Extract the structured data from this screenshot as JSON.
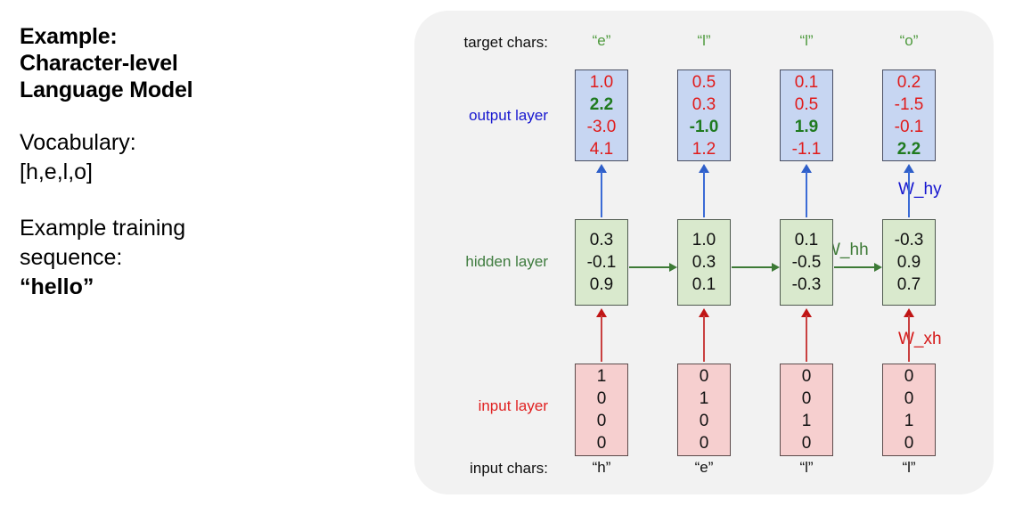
{
  "left_panel": {
    "heading": [
      "Example:",
      "Character-level",
      "Language Model"
    ],
    "vocabulary_label": "Vocabulary:",
    "vocabulary_value": "[h,e,l,o]",
    "sequence_label_1": "Example training",
    "sequence_label_2": "sequence:",
    "sequence_value": "“hello”"
  },
  "diagram": {
    "row_labels": {
      "target_chars": "target chars:",
      "output_layer": "output layer",
      "hidden_layer": "hidden layer",
      "input_layer": "input layer",
      "input_chars": "input chars:"
    },
    "weight_labels": {
      "w_hy": "W_hy",
      "w_hh": "W_hh",
      "w_xh": "W_xh"
    },
    "colors": {
      "panel_bg": "#f2f2f2",
      "output_box": "#c7d6f2",
      "hidden_box": "#d9e9cd",
      "input_box": "#f6cfcf",
      "output_value": "#e01b1b",
      "output_value_highlight": "#1f7a1f",
      "target_char": "#4e9a3d",
      "output_label": "#1515cf",
      "hidden_label": "#3c7a3c",
      "input_label": "#e02020",
      "w_hy": "#1515cf",
      "w_hh": "#3d7a36",
      "w_xh": "#d51919"
    },
    "columns": [
      {
        "target_char": "“e”",
        "input_char": "“h”",
        "output_values": [
          "1.0",
          "2.2",
          "-3.0",
          "4.1"
        ],
        "output_highlight_index": 1,
        "hidden_values": [
          "0.3",
          "-0.1",
          "0.9"
        ],
        "input_values": [
          "1",
          "0",
          "0",
          "0"
        ]
      },
      {
        "target_char": "“l”",
        "input_char": "“e”",
        "output_values": [
          "0.5",
          "0.3",
          "-1.0",
          "1.2"
        ],
        "output_highlight_index": 2,
        "hidden_values": [
          "1.0",
          "0.3",
          "0.1"
        ],
        "input_values": [
          "0",
          "1",
          "0",
          "0"
        ]
      },
      {
        "target_char": "“l”",
        "input_char": "“l”",
        "output_values": [
          "0.1",
          "0.5",
          "1.9",
          "-1.1"
        ],
        "output_highlight_index": 2,
        "hidden_values": [
          "0.1",
          "-0.5",
          "-0.3"
        ],
        "input_values": [
          "0",
          "0",
          "1",
          "0"
        ]
      },
      {
        "target_char": "“o”",
        "input_char": "“l”",
        "output_values": [
          "0.2",
          "-1.5",
          "-0.1",
          "2.2"
        ],
        "output_highlight_index": 3,
        "hidden_values": [
          "-0.3",
          "0.9",
          "0.7"
        ],
        "input_values": [
          "0",
          "0",
          "1",
          "0"
        ]
      }
    ]
  }
}
